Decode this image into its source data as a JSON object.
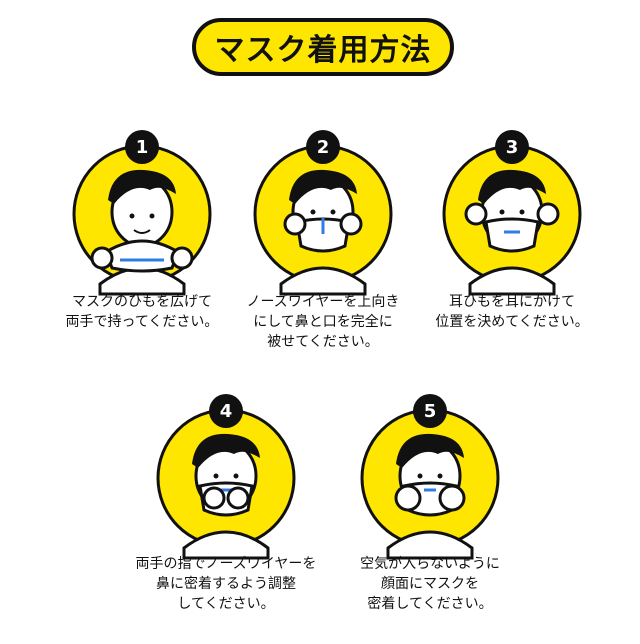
{
  "title": "マスク着用方法",
  "colors": {
    "accent": "#ffe600",
    "outline": "#111111",
    "nose_wire": "#2f7de1"
  },
  "steps": [
    {
      "number": "1",
      "caption": "マスクのひもを広げて\n両手で持ってください。"
    },
    {
      "number": "2",
      "caption": "ノーズワイヤーを上向き\nにして鼻と口を完全に\n被せてください。"
    },
    {
      "number": "3",
      "caption": "耳ひもを耳にかけて\n位置を決めてください。"
    },
    {
      "number": "4",
      "caption": "両手の指でノーズワイヤーを\n鼻に密着するよう調整\nしてください。"
    },
    {
      "number": "5",
      "caption": "空気が入らないように\n顔面にマスクを\n密着してください。"
    }
  ]
}
